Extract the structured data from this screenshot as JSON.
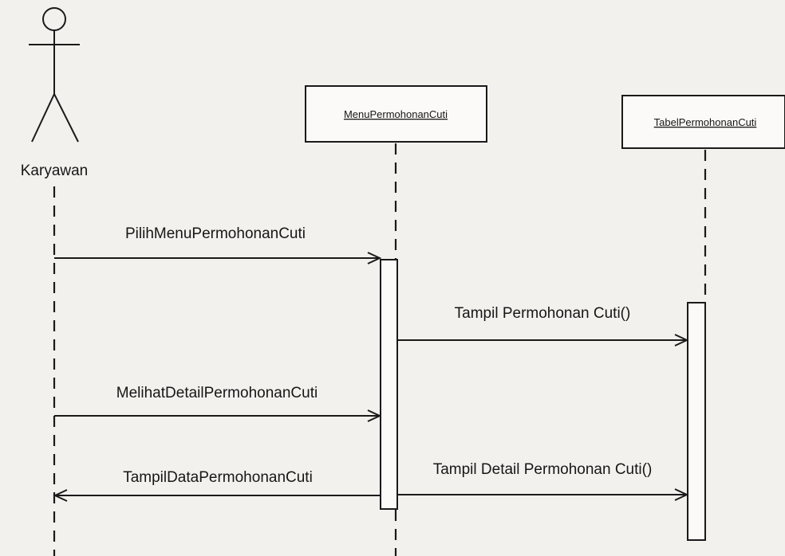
{
  "actor": {
    "name": "Karyawan",
    "icon": "stick-figure-icon"
  },
  "lifelines": [
    {
      "label": "MenuPermohonanCuti"
    },
    {
      "label": "TabelPermohonanCuti"
    }
  ],
  "messages": [
    {
      "label": "PilihMenuPermohonanCuti",
      "from": "Karyawan",
      "to": "MenuPermohonanCuti"
    },
    {
      "label": "Tampil Permohonan Cuti()",
      "from": "MenuPermohonanCuti",
      "to": "TabelPermohonanCuti"
    },
    {
      "label": "MelihatDetailPermohonanCuti",
      "from": "Karyawan",
      "to": "MenuPermohonanCuti"
    },
    {
      "label": "TampilDataPermohonanCuti",
      "from": "MenuPermohonanCuti",
      "to": "Karyawan"
    },
    {
      "label": "Tampil Detail Permohonan Cuti()",
      "from": "MenuPermohonanCuti",
      "to": "TabelPermohonanCuti"
    }
  ],
  "colors": {
    "ink": "#1a1a1a",
    "paper": "#f3f1ee"
  }
}
